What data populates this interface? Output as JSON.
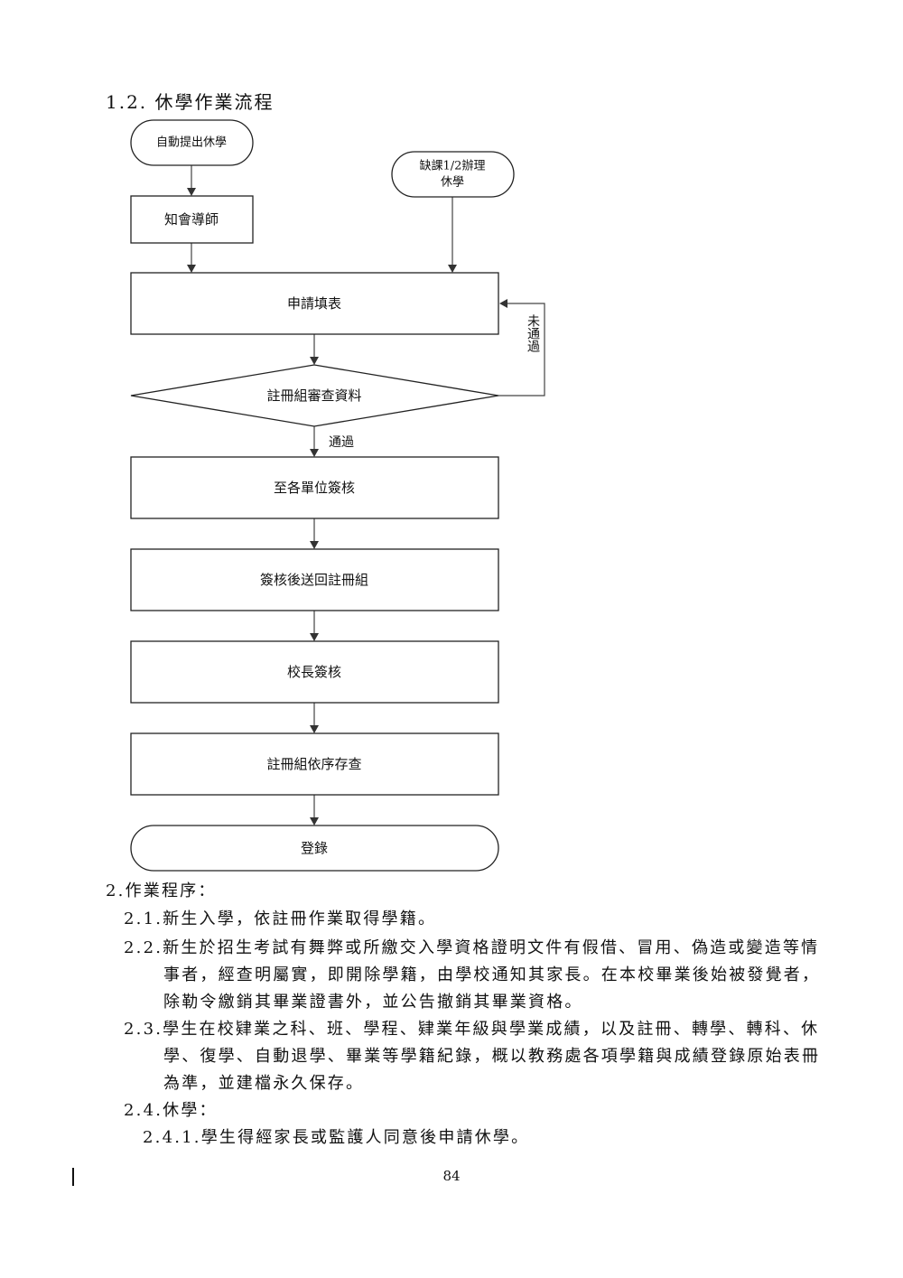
{
  "section_title": "1.2.  休學作業流程",
  "flowchart": {
    "nodes": {
      "start_self": "自動提出休學",
      "start_absence_line1": "缺課1/2辦理",
      "start_absence_line2": "休學",
      "notify_teacher": "知會導師",
      "fill_form": "申請填表",
      "review": "註冊組審查資料",
      "unit_signoff": "至各單位簽核",
      "return_registry": "簽核後送回註冊組",
      "principal": "校長簽核",
      "file_records": "註冊組依序存查",
      "end": "登錄"
    },
    "labels": {
      "pass": "通過",
      "fail": "未通過"
    }
  },
  "procedure": {
    "heading": "2.作業程序：",
    "lines": [
      "2.1.新生入學，依註冊作業取得學籍。",
      "2.2.新生於招生考試有舞弊或所繳交入學資格證明文件有假借、冒用、偽造或變造等情",
      "事者，經查明屬實，即開除學籍，由學校通知其家長。在本校畢業後始被發覺者，",
      "除勒令繳銷其畢業證書外，並公告撤銷其畢業資格。",
      "2.3.學生在校肄業之科、班、學程、肄業年級與學業成績，以及註冊、轉學、轉科、休",
      "學、復學、自動退學、畢業等學籍紀錄，概以教務處各項學籍與成績登錄原始表冊",
      "為準，並建檔永久保存。",
      "2.4.休學：",
      "2.4.1.學生得經家長或監護人同意後申請休學。"
    ]
  },
  "page_number": "84"
}
